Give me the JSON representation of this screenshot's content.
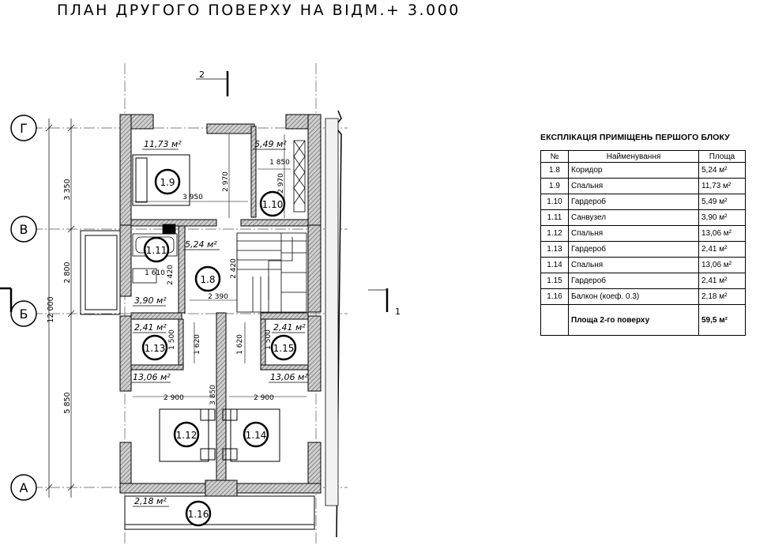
{
  "drawing": {
    "title": "ПЛАН ДРУГОГО ПОВЕРХУ НА ВІДМ.+ 3.000",
    "axes": [
      "Г",
      "В",
      "Б",
      "А"
    ],
    "section_marks": [
      "2",
      "1"
    ],
    "dimensions_vertical": [
      "3 350",
      "2 800",
      "12 000",
      "5 850"
    ],
    "dimensions_inner": [
      "2 970",
      "3 950",
      "1 850",
      "2 970",
      "2 420",
      "1 610",
      "2 420",
      "2 390",
      "1 500",
      "1 620",
      "1 620",
      "1 500",
      "3 850",
      "2 900",
      "2 900"
    ],
    "room_areas": [
      "11,73 м²",
      "5,49 м²",
      "5,24 м²",
      "3,90 м²",
      "2,41 м²",
      "2,41 м²",
      "13,06 м²",
      "13,06 м²",
      "2,18 м²"
    ],
    "room_tags": [
      "1.9",
      "1.10",
      "1.11",
      "1.8",
      "1.13",
      "1.15",
      "1.12",
      "1.14",
      "1.16"
    ]
  },
  "explication": {
    "title": "ЕКСПЛІКАЦІЯ ПРИМІЩЕНЬ ПЕРШОГО БЛОКУ",
    "headers": {
      "num": "№",
      "name": "Найменування",
      "area": "Площа"
    },
    "rows": [
      {
        "num": "1.8",
        "name": "Коридор",
        "area": "5,24 м²"
      },
      {
        "num": "1.9",
        "name": "Спальня",
        "area": "11,73 м²"
      },
      {
        "num": "1.10",
        "name": "Гардероб",
        "area": "5,49 м²"
      },
      {
        "num": "1.11",
        "name": "Санвузел",
        "area": "3,90 м²"
      },
      {
        "num": "1.12",
        "name": "Спальня",
        "area": "13,06 м²"
      },
      {
        "num": "1.13",
        "name": "Гардероб",
        "area": "2,41 м²"
      },
      {
        "num": "1.14",
        "name": "Спальня",
        "area": "13,06 м²"
      },
      {
        "num": "1.15",
        "name": "Гардероб",
        "area": "2,41 м²"
      },
      {
        "num": "1.16",
        "name": "Балкон  (коеф. 0.3)",
        "area": "2,18 м²"
      }
    ],
    "total": {
      "name": "Площа 2-го поверху",
      "area": "59,5 м²"
    }
  }
}
